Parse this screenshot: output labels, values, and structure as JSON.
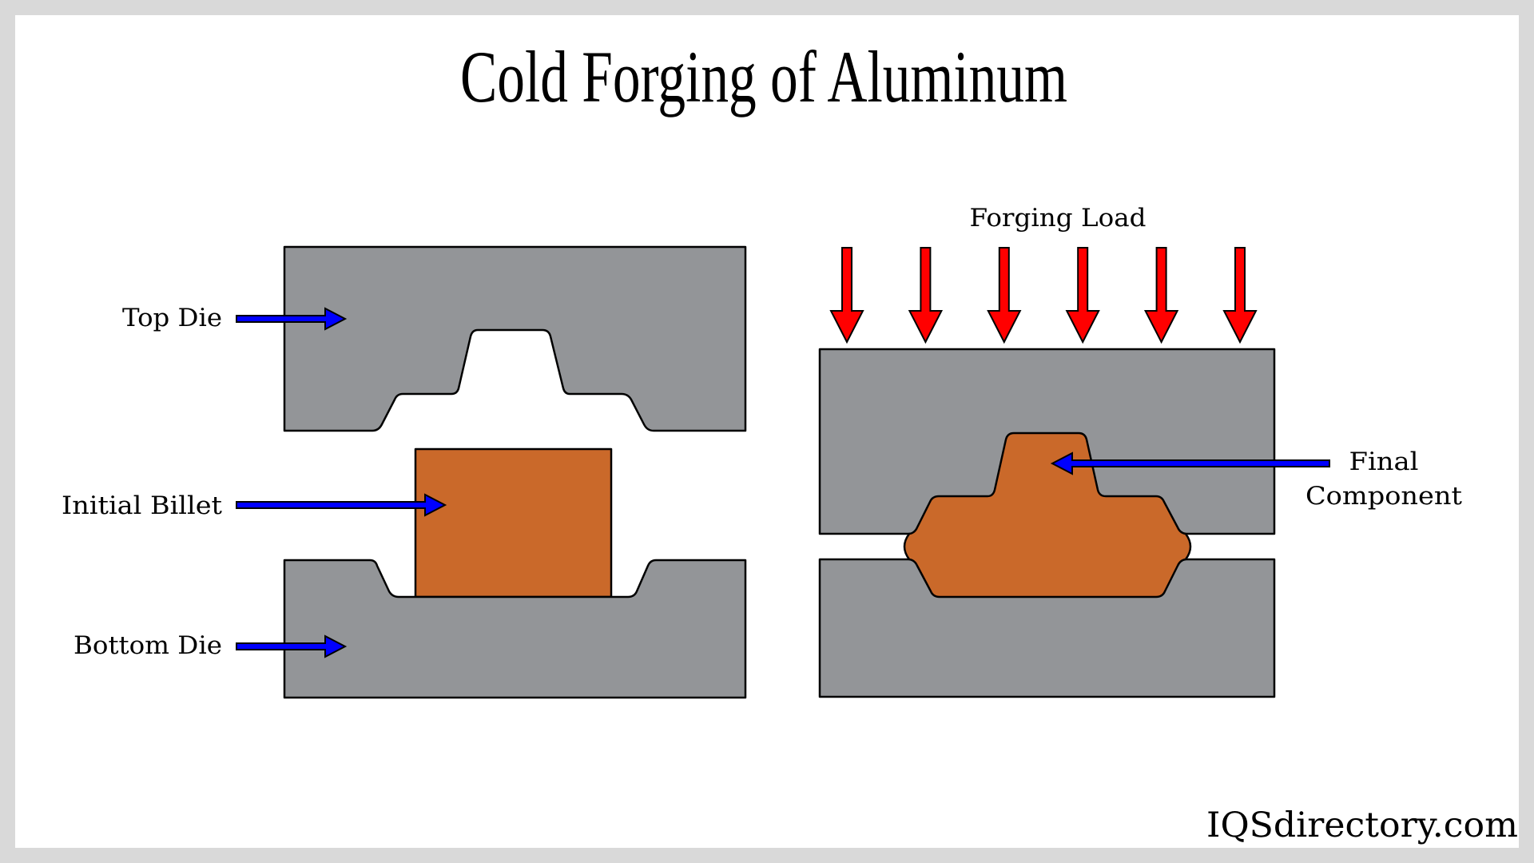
{
  "title": "Cold Forging of Aluminum",
  "colors": {
    "background_frame": "#d9d9d9",
    "card": "#ffffff",
    "die": "#939598",
    "aluminum": "#ca692a",
    "label_arrow": "#0000ff",
    "load_arrow": "#ff0000",
    "outline": "#000000"
  },
  "left_diagram": {
    "stage": "before forging",
    "labels": {
      "top_die": "Top Die",
      "initial_billet": "Initial Billet",
      "bottom_die": "Bottom Die"
    }
  },
  "right_diagram": {
    "stage": "after forging",
    "load_label": "Forging Load",
    "load_arrow_count": 6,
    "component_label_line1": "Final",
    "component_label_line2": "Component"
  },
  "watermark": "IQSdirectory.com"
}
